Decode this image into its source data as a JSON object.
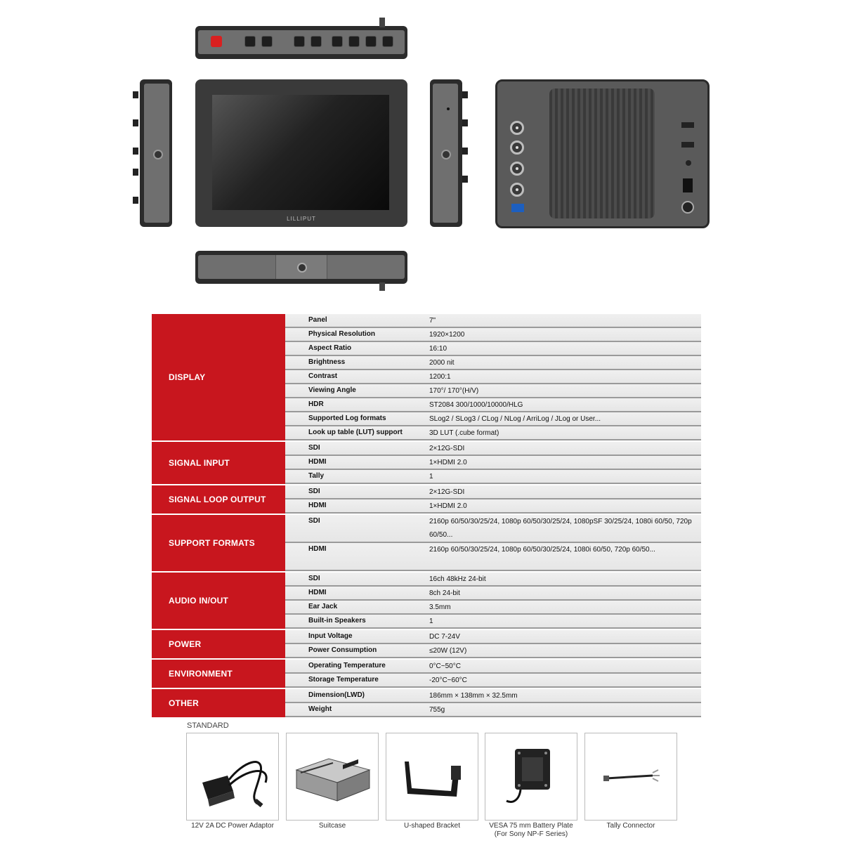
{
  "device": {
    "brand": "LILLIPUT"
  },
  "specs": [
    {
      "category": "DISPLAY",
      "rows": [
        {
          "key": "Panel",
          "value": "7\""
        },
        {
          "key": "Physical Resolution",
          "value": "1920×1200"
        },
        {
          "key": "Aspect Ratio",
          "value": "16:10"
        },
        {
          "key": "Brightness",
          "value": "2000 nit"
        },
        {
          "key": "Contrast",
          "value": "1200:1"
        },
        {
          "key": "Viewing Angle",
          "value": "170°/ 170°(H/V)"
        },
        {
          "key": "HDR",
          "value": "ST2084 300/1000/10000/HLG"
        },
        {
          "key": "Supported Log formats",
          "value": "SLog2 / SLog3 / CLog / NLog / ArriLog / JLog or User..."
        },
        {
          "key": "Look up table (LUT) support",
          "value": "3D LUT (.cube format)"
        }
      ]
    },
    {
      "category": "SIGNAL INPUT",
      "rows": [
        {
          "key": "SDI",
          "value": "2×12G-SDI"
        },
        {
          "key": "HDMI",
          "value": "1×HDMI 2.0"
        },
        {
          "key": "Tally",
          "value": "1"
        }
      ]
    },
    {
      "category": "SIGNAL LOOP OUTPUT",
      "rows": [
        {
          "key": "SDI",
          "value": "2×12G-SDI"
        },
        {
          "key": "HDMI",
          "value": "1×HDMI 2.0"
        }
      ]
    },
    {
      "category": "SUPPORT FORMATS",
      "rows": [
        {
          "key": "SDI",
          "value": "2160p 60/50/30/25/24, 1080p 60/50/30/25/24, 1080pSF 30/25/24, 1080i 60/50, 720p 60/50...",
          "tall": true
        },
        {
          "key": "HDMI",
          "value": "2160p 60/50/30/25/24, 1080p 60/50/30/25/24, 1080i 60/50, 720p 60/50...",
          "tall": true
        }
      ]
    },
    {
      "category": "AUDIO IN/OUT",
      "rows": [
        {
          "key": "SDI",
          "value": "16ch 48kHz 24-bit"
        },
        {
          "key": "HDMI",
          "value": "8ch 24-bit"
        },
        {
          "key": "Ear Jack",
          "value": "3.5mm"
        },
        {
          "key": "Built-in Speakers",
          "value": "1"
        }
      ]
    },
    {
      "category": "POWER",
      "rows": [
        {
          "key": "Input Voltage",
          "value": "DC 7-24V"
        },
        {
          "key": "Power Consumption",
          "value": "≤20W (12V)"
        }
      ]
    },
    {
      "category": "ENVIRONMENT",
      "rows": [
        {
          "key": "Operating Temperature",
          "value": "0°C~50°C"
        },
        {
          "key": "Storage Temperature",
          "value": "-20°C~60°C"
        }
      ]
    },
    {
      "category": "OTHER",
      "rows": [
        {
          "key": "Dimension(LWD)",
          "value": "186mm × 138mm × 32.5mm"
        },
        {
          "key": "Weight",
          "value": "755g"
        }
      ]
    }
  ],
  "accessories": {
    "label": "STANDARD",
    "items": [
      {
        "caption": "12V 2A DC Power Adaptor",
        "icon": "power-adapter-icon"
      },
      {
        "caption": "Suitcase",
        "icon": "suitcase-icon"
      },
      {
        "caption": "U-shaped Bracket",
        "icon": "bracket-icon"
      },
      {
        "caption": "VESA 75 mm Battery Plate (For Sony NP-F Series)",
        "icon": "battery-plate-icon"
      },
      {
        "caption": "Tally Connector",
        "icon": "tally-connector-icon"
      }
    ]
  }
}
